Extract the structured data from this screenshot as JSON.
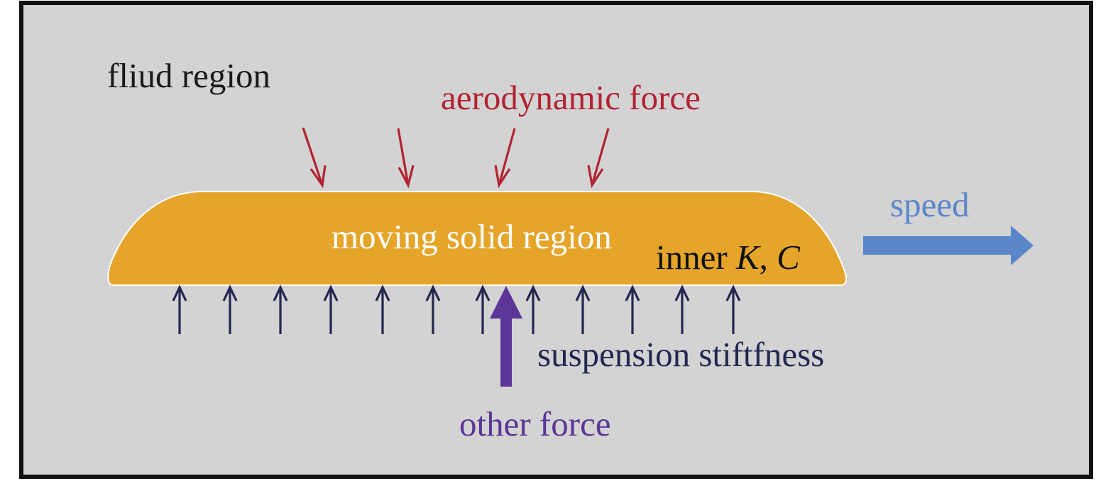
{
  "labels": {
    "fluid_region": "fliud region",
    "aerodynamic_force": "aerodynamic force",
    "moving_solid_region": "moving solid region",
    "inner_prefix": "inner ",
    "inner_K": "K",
    "inner_sep": ", ",
    "inner_C": "C",
    "speed": "speed",
    "suspension_stiffness": "suspension stiftfness",
    "other_force": "other force"
  },
  "colors": {
    "frame": "#111111",
    "background": "#d3d3d3",
    "solid_body": "#e5a52b",
    "body_text": "#ffffff",
    "fluid_text": "#1a1a1a",
    "aerodynamic": "#b22232",
    "speed": "#5b86c8",
    "suspension": "#23264f",
    "other_force": "#5b3696"
  },
  "icons": {
    "aerodynamic_arrows": "arrow-down-icon",
    "suspension_arrows": "arrow-up-icon",
    "other_force_arrow": "thick-arrow-up-icon",
    "speed_arrow": "thick-arrow-right-icon"
  }
}
